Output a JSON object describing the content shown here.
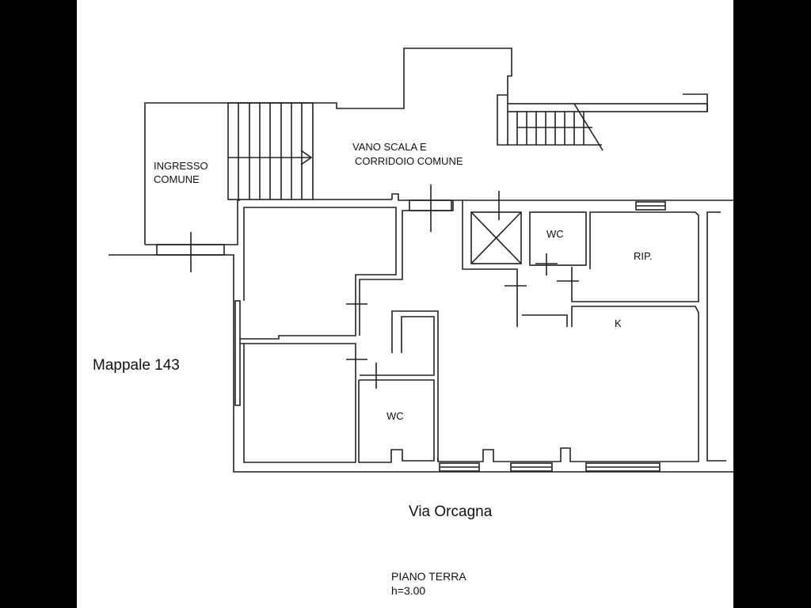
{
  "plan": {
    "labels": {
      "ingresso_1": "INGRESSO",
      "ingresso_2": "COMUNE",
      "vano_1": "VANO SCALA E",
      "vano_2": "CORRIDOIO COMUNE",
      "wc_top": "WC",
      "rip": "RIP.",
      "kitchen": "K",
      "wc_bottom": "WC",
      "mappale": "Mappale 143",
      "street": "Via Orcagna",
      "floor": "PIANO TERRA",
      "height": "h=3.00"
    },
    "colors": {
      "background": "#ffffff",
      "frame": "#000000",
      "lines": "#222222"
    }
  }
}
